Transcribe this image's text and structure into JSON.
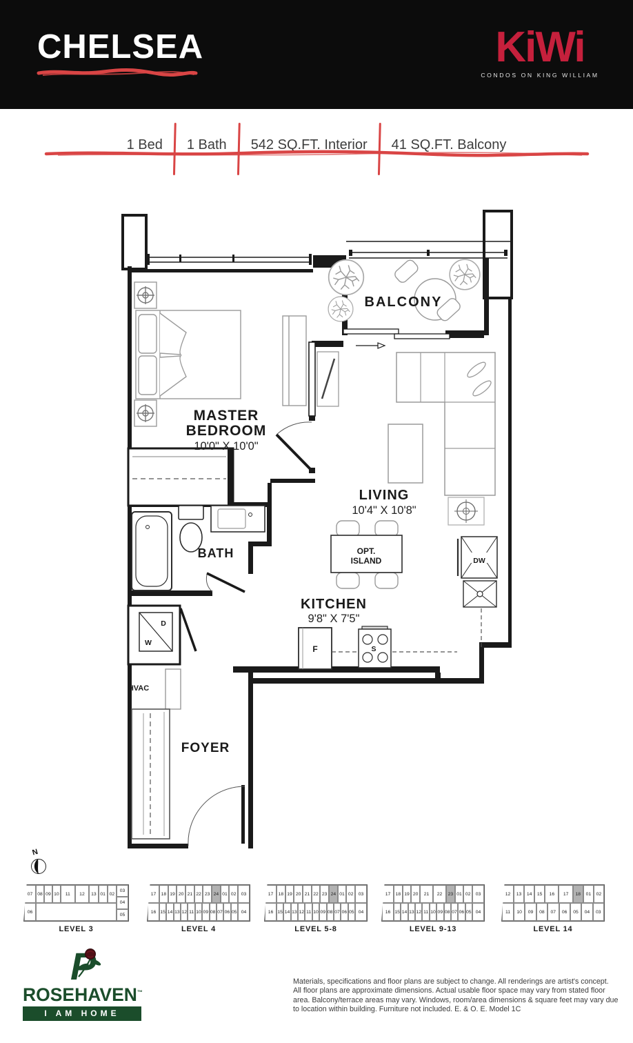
{
  "header": {
    "title": "CHELSEA",
    "brand": "KiWi",
    "brand_tagline": "CONDOS ON KING WILLIAM"
  },
  "specs": {
    "items": [
      "1 Bed",
      "1 Bath",
      "542 SQ.FT. Interior",
      "41 SQ.FT. Balcony"
    ]
  },
  "plan": {
    "north": "N",
    "balcony": "BALCONY",
    "master": {
      "l1": "MASTER",
      "l2": "BEDROOM",
      "dims": "10'0\" X 10'0\""
    },
    "living": {
      "name": "LIVING",
      "dims": "10'4\" X 10'8\""
    },
    "kitchen": {
      "name": "KITCHEN",
      "dims": "9'8\" X 7'5\""
    },
    "bath": "BATH",
    "foyer": "FOYER",
    "hvac": "HVAC",
    "island": {
      "l1": "OPT.",
      "l2": "ISLAND"
    },
    "appliances": {
      "dw": "DW",
      "fridge": "F",
      "stove": "S",
      "dryer": "D",
      "washer": "W"
    }
  },
  "levels": [
    {
      "label": "LEVEL 3",
      "highlight": "",
      "left": [
        "07",
        "06"
      ],
      "top": [
        [
          "08",
          0.8
        ],
        [
          "09",
          0.8
        ],
        [
          "10",
          0.8
        ],
        [
          "11",
          1.5
        ],
        [
          "12",
          1.5
        ],
        [
          "13",
          0.9
        ],
        [
          "01",
          0.9
        ],
        [
          "02",
          0.9
        ]
      ],
      "bottom": [],
      "right": [
        "03",
        "04",
        "05"
      ]
    },
    {
      "label": "LEVEL 4",
      "highlight": "24",
      "left": [
        "17",
        "16"
      ],
      "top": [
        [
          "18",
          1
        ],
        [
          "19",
          1
        ],
        [
          "20",
          1
        ],
        [
          "21",
          1
        ],
        [
          "22",
          1
        ],
        [
          "23",
          1
        ],
        [
          "24",
          1
        ],
        [
          "01",
          1
        ],
        [
          "02",
          1
        ]
      ],
      "bottom": [
        [
          "15",
          1
        ],
        [
          "14",
          1
        ],
        [
          "13",
          1
        ],
        [
          "12",
          1
        ],
        [
          "11",
          1
        ],
        [
          "10",
          1
        ],
        [
          "09",
          1
        ],
        [
          "08",
          1
        ],
        [
          "07",
          1
        ],
        [
          "06",
          1
        ],
        [
          "05",
          1
        ]
      ],
      "right": [
        "03",
        "04"
      ]
    },
    {
      "label": "LEVEL 5-8",
      "highlight": "24",
      "left": [
        "17",
        "16"
      ],
      "top": [
        [
          "18",
          1
        ],
        [
          "19",
          1
        ],
        [
          "20",
          1
        ],
        [
          "21",
          1
        ],
        [
          "22",
          1
        ],
        [
          "23",
          1
        ],
        [
          "24",
          1
        ],
        [
          "01",
          1
        ],
        [
          "02",
          1
        ]
      ],
      "bottom": [
        [
          "15",
          1
        ],
        [
          "14",
          1
        ],
        [
          "13",
          1
        ],
        [
          "12",
          1
        ],
        [
          "11",
          1
        ],
        [
          "10",
          1
        ],
        [
          "09",
          1
        ],
        [
          "08",
          1
        ],
        [
          "07",
          1
        ],
        [
          "06",
          1
        ],
        [
          "05",
          1
        ]
      ],
      "right": [
        "03",
        "04"
      ]
    },
    {
      "label": "LEVEL 9-13",
      "highlight": "23",
      "left": [
        "17",
        "16"
      ],
      "top": [
        [
          "18",
          1
        ],
        [
          "19",
          1
        ],
        [
          "20",
          1
        ],
        [
          "21",
          1.6
        ],
        [
          "22",
          1.6
        ],
        [
          "23",
          1
        ],
        [
          "01",
          1
        ],
        [
          "02",
          1
        ]
      ],
      "bottom": [
        [
          "15",
          1
        ],
        [
          "14",
          1
        ],
        [
          "13",
          1
        ],
        [
          "12",
          1
        ],
        [
          "11",
          1
        ],
        [
          "10",
          1
        ],
        [
          "09",
          1
        ],
        [
          "08",
          1
        ],
        [
          "07",
          1
        ],
        [
          "06",
          1
        ],
        [
          "05",
          1
        ]
      ],
      "right": [
        "03",
        "04"
      ]
    },
    {
      "label": "LEVEL 14",
      "highlight": "18",
      "left": [
        "12",
        "11"
      ],
      "top": [
        [
          "13",
          1
        ],
        [
          "14",
          1
        ],
        [
          "15",
          1
        ],
        [
          "16",
          1.4
        ],
        [
          "17",
          1.4
        ],
        [
          "18",
          1
        ],
        [
          "01",
          1
        ],
        [
          "02",
          1
        ]
      ],
      "bottom": [
        [
          "10",
          1
        ],
        [
          "09",
          1
        ],
        [
          "08",
          1
        ],
        [
          "07",
          1
        ],
        [
          "06",
          1
        ],
        [
          "05",
          1
        ],
        [
          "04",
          1
        ],
        [
          "03",
          1
        ]
      ],
      "right": []
    },
    {
      "label": "",
      "highlight": "",
      "left": [],
      "top": [],
      "bottom": [],
      "right": []
    }
  ],
  "footer": {
    "builder": {
      "name": "ROSEHAVEN",
      "tm": "™",
      "tagline": "I AM HOME",
      "monogram": "P"
    },
    "disclaimer": "Materials, specifications and floor plans are subject to change. All renderings are artist's concept.\nAll floor plans are approximate dimensions. Actual usable floor space may vary from stated floor\narea. Balcony/terrace areas may vary. Windows, room/area dimensions & square feet may vary due\nto location within building. Furniture not included. E. & O. E. Model 1C"
  },
  "colors": {
    "accent_red": "#c5203c",
    "sketch_red": "#d94545",
    "green": "#1b4d2b",
    "wall": "#1a1a1a",
    "furniture_gray": "#9a9a9a"
  }
}
